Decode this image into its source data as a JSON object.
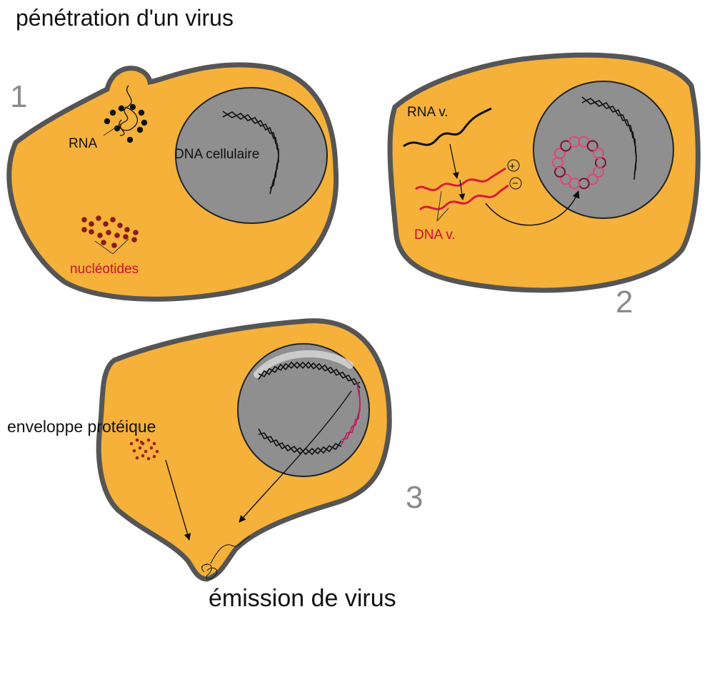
{
  "title": "pénétration d'un virus",
  "colors": {
    "cytoplasm": "#f5b13a",
    "membrane": "#555555",
    "nucleus": "#8f8f8f",
    "nucleus_edge": "#222222",
    "host_dna": "#111111",
    "viral_dna": "#d81b3a",
    "viral_ring": "#e0457a",
    "nucleotide": "#8a1a1a",
    "step_number": "#8a8a8a"
  },
  "steps": [
    {
      "number": "1",
      "labels": {
        "rna": "RNA",
        "dna_cellulaire": "DNA cellulaire",
        "nucleotides": "nucléotides"
      }
    },
    {
      "number": "2",
      "labels": {
        "rna_v": "RNA v.",
        "dna_v": "DNA v.",
        "plus": "+",
        "minus": "−"
      }
    },
    {
      "number": "3",
      "labels": {
        "enveloppe": "enveloppe protéique",
        "emission": "émission de virus"
      }
    }
  ]
}
